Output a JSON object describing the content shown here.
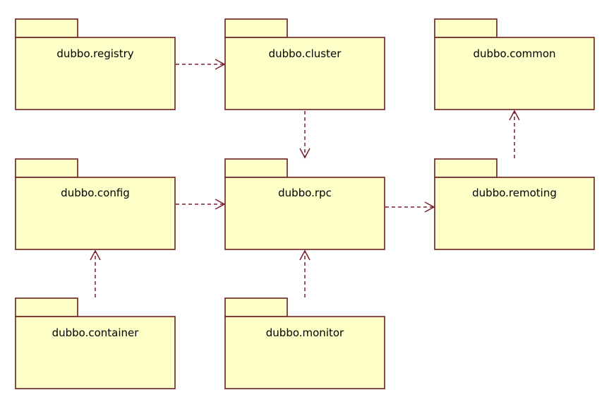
{
  "packages": [
    {
      "id": "registry",
      "name": "dubbo.registry"
    },
    {
      "id": "cluster",
      "name": "dubbo.cluster"
    },
    {
      "id": "common",
      "name": "dubbo.common"
    },
    {
      "id": "config",
      "name": "dubbo.config"
    },
    {
      "id": "rpc",
      "name": "dubbo.rpc"
    },
    {
      "id": "remoting",
      "name": "dubbo.remoting"
    },
    {
      "id": "container",
      "name": "dubbo.container"
    },
    {
      "id": "monitor",
      "name": "dubbo.monitor"
    }
  ],
  "dependencies": [
    {
      "from": "registry",
      "to": "cluster"
    },
    {
      "from": "cluster",
      "to": "rpc"
    },
    {
      "from": "config",
      "to": "rpc"
    },
    {
      "from": "rpc",
      "to": "remoting"
    },
    {
      "from": "remoting",
      "to": "common"
    },
    {
      "from": "container",
      "to": "config"
    },
    {
      "from": "monitor",
      "to": "rpc"
    }
  ],
  "colors": {
    "package_fill": "#ffffc8",
    "package_stroke": "#6b1f1f",
    "arrow": "#7a1f2a"
  }
}
